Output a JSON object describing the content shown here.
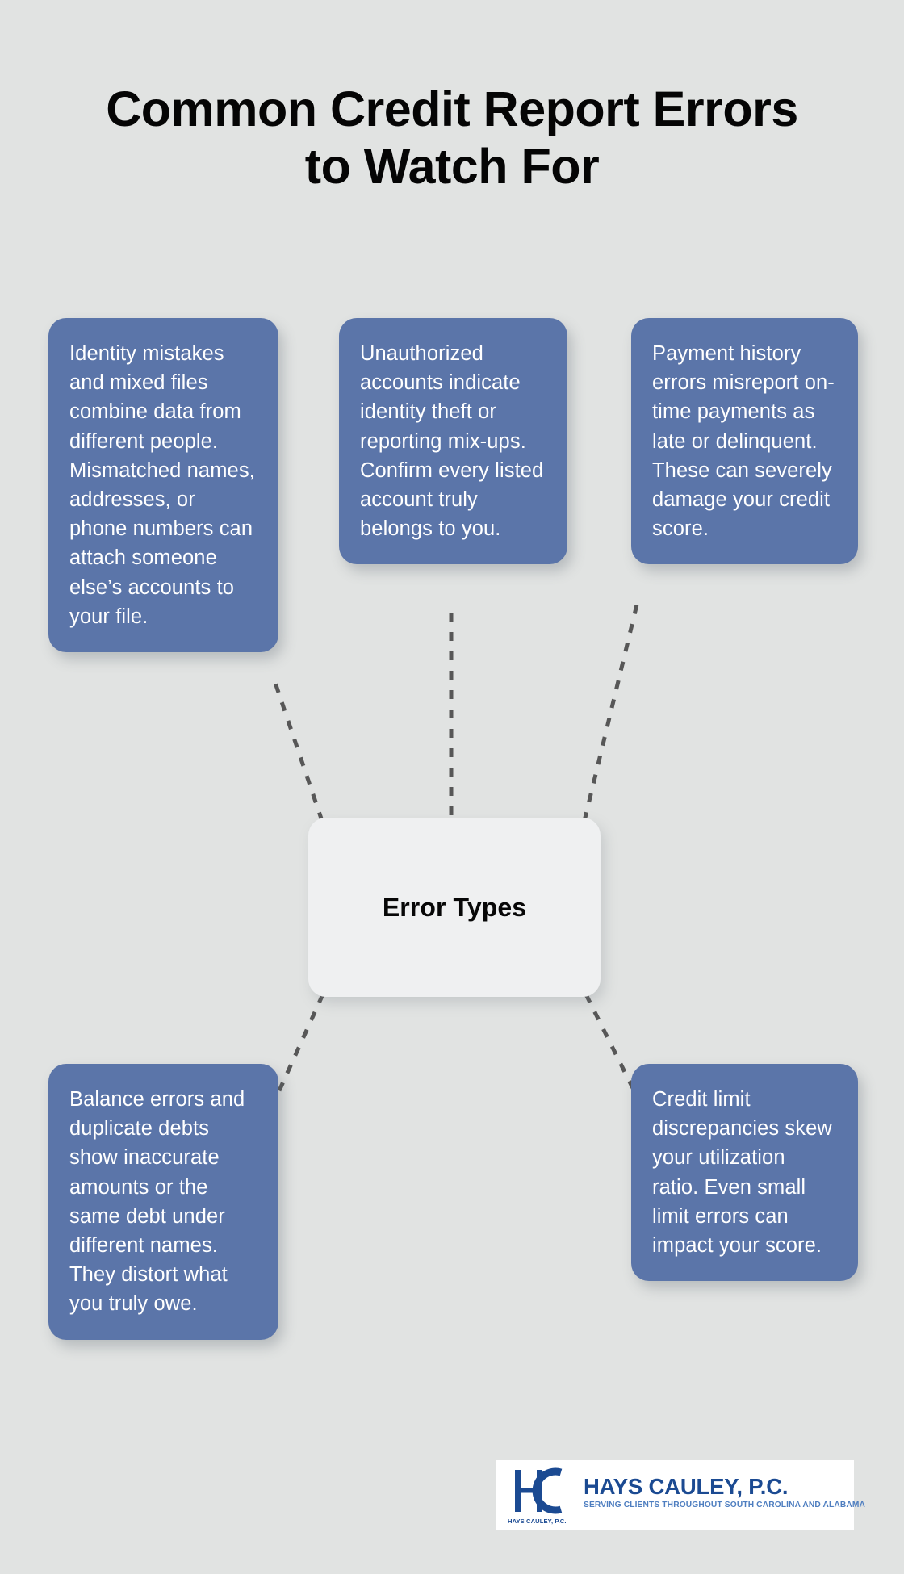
{
  "theme": {
    "background": "#e1e3e2",
    "card_fill": "#5b75a9",
    "card_text": "#ffffff",
    "hub_fill": "#eff0f1",
    "connector_color": "#575757",
    "logo_blue": "#1b4a92",
    "logo_tagline_blue": "#4e7ec0"
  },
  "header": {
    "title_line_1": "Common Credit Report Errors",
    "title_line_2": "to Watch For"
  },
  "hub": {
    "label": "Error Types"
  },
  "cards": [
    {
      "id": "identity",
      "text": "Identity mistakes and mixed files combine data from different people. Mismatched names, addresses, or phone numbers can attach someone else’s accounts to your file."
    },
    {
      "id": "unauthorized",
      "text": "Unauthorized accounts indicate identity theft or reporting mix-ups. Confirm every listed account truly belongs to you."
    },
    {
      "id": "payment",
      "text": "Payment history errors misreport on-time payments as late or delinquent. These can severely damage your credit score."
    },
    {
      "id": "balance",
      "text": "Balance errors and duplicate debts show inaccurate amounts or the same debt under different names. They distort what you truly owe."
    },
    {
      "id": "creditlimit",
      "text": "Credit limit discrepancies skew your utilization ratio. Even small limit errors can impact your score."
    }
  ],
  "logo": {
    "monogram": "HC",
    "mark_caption": "HAYS CAULEY, P.C.",
    "firm_name": "HAYS CAULEY, P.C.",
    "tagline": "SERVING CLIENTS THROUGHOUT SOUTH CAROLINA AND ALABAMA"
  }
}
